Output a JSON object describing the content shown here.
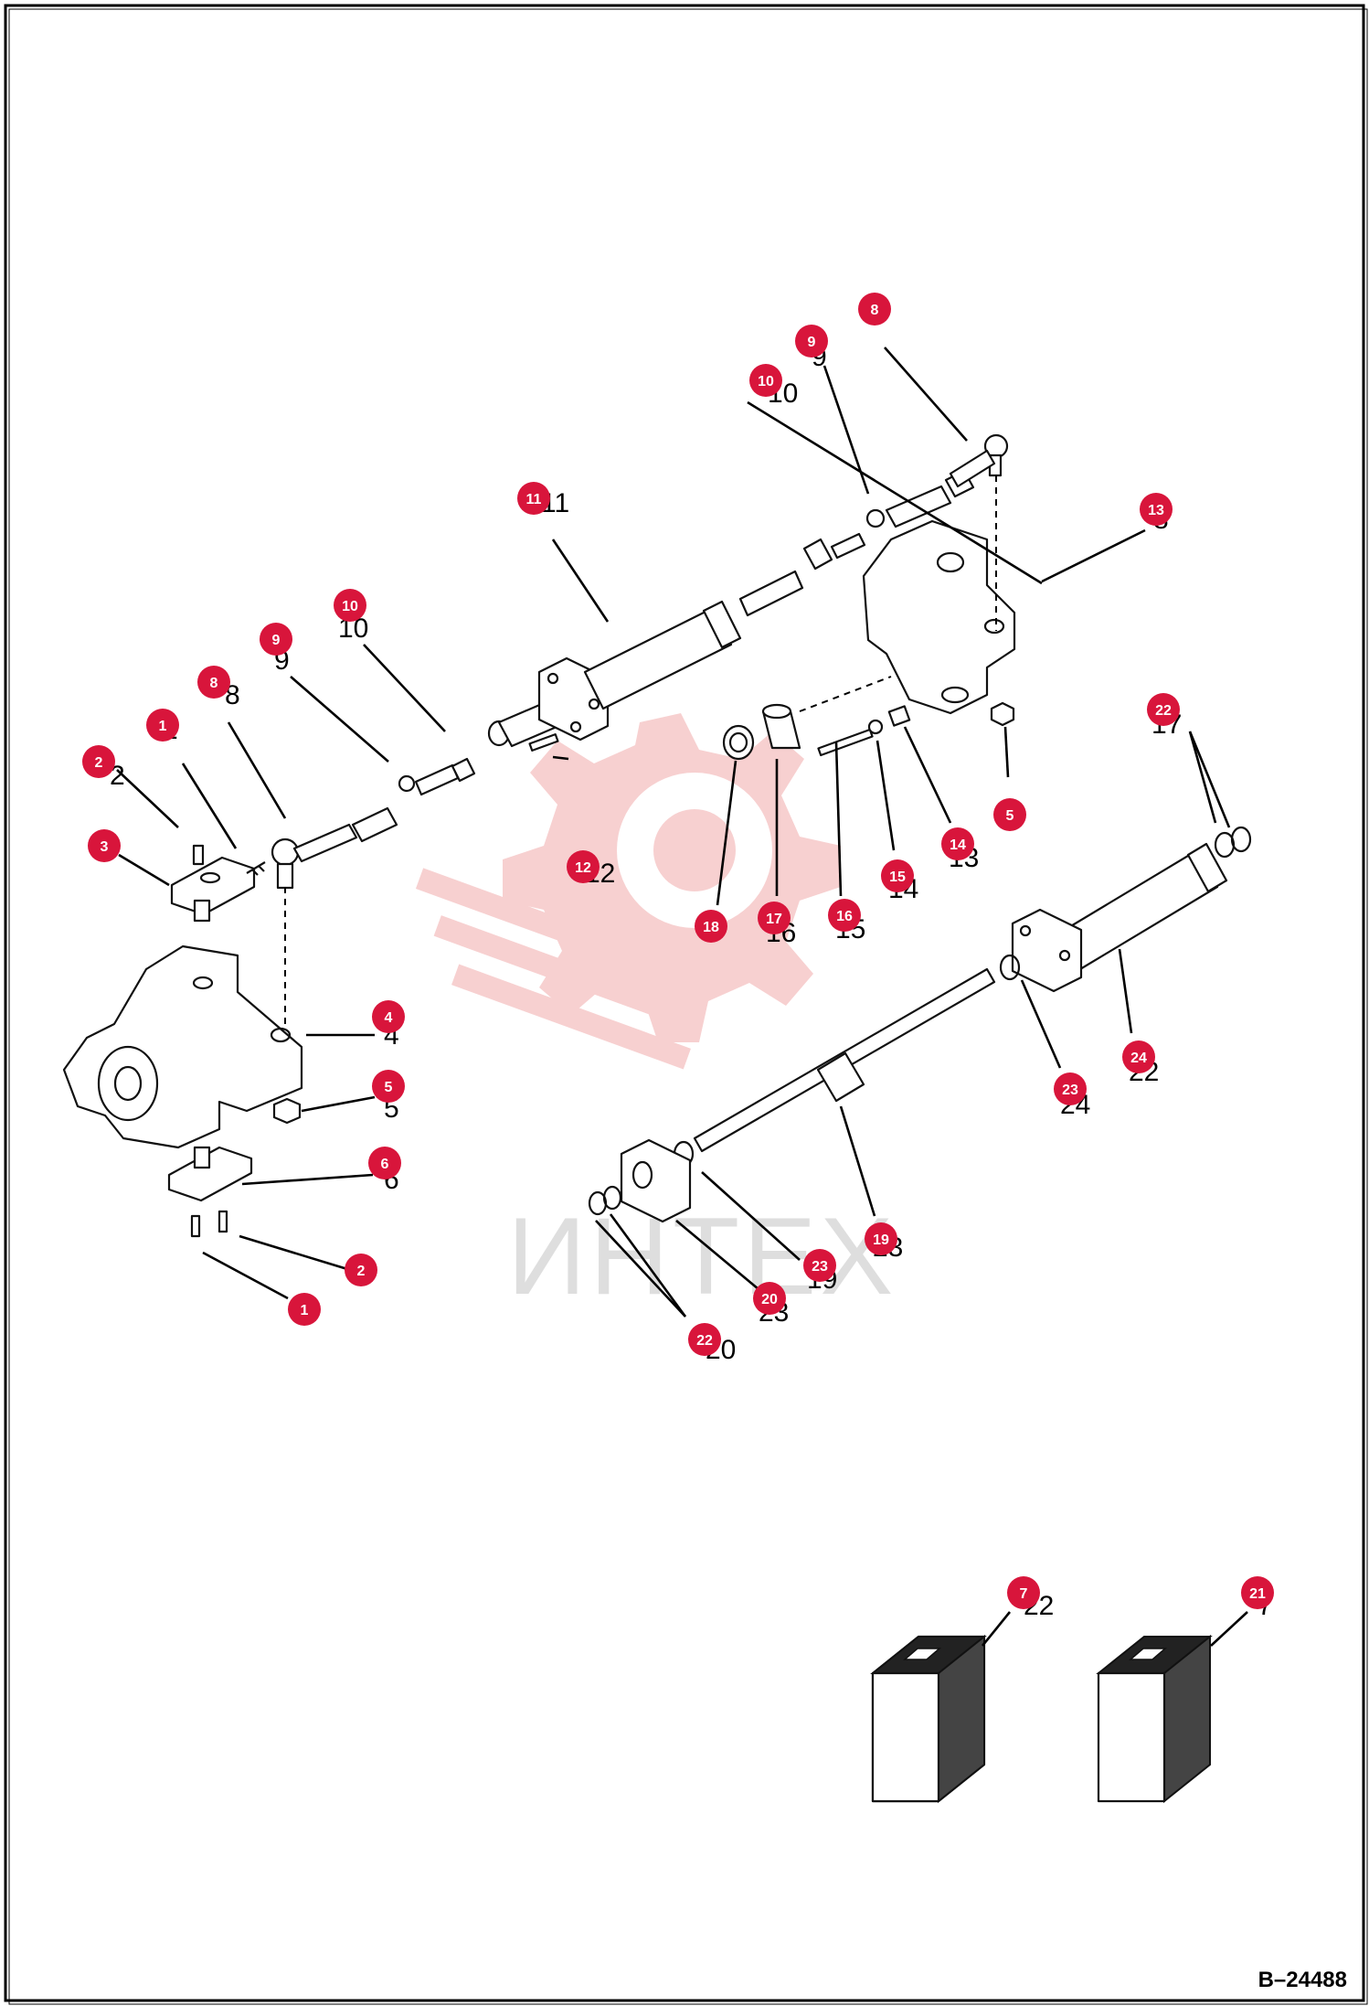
{
  "drawing": {
    "number": "B–24488",
    "watermark_text": "ИНТЕХ"
  },
  "colors": {
    "callout": "#d8153b",
    "watermark": "#f6c8c8",
    "line": "#000000",
    "border": "#000000"
  },
  "callouts": [
    {
      "n": "1"
    },
    {
      "n": "2"
    },
    {
      "n": "3"
    },
    {
      "n": "8"
    },
    {
      "n": "9"
    },
    {
      "n": "10"
    },
    {
      "n": "4"
    },
    {
      "n": "5"
    },
    {
      "n": "6"
    },
    {
      "n": "2"
    },
    {
      "n": "1"
    },
    {
      "n": "11"
    },
    {
      "n": "12"
    },
    {
      "n": "10"
    },
    {
      "n": "9"
    },
    {
      "n": "8"
    },
    {
      "n": "13"
    },
    {
      "n": "5"
    },
    {
      "n": "14"
    },
    {
      "n": "15"
    },
    {
      "n": "16"
    },
    {
      "n": "17"
    },
    {
      "n": "18"
    },
    {
      "n": "22"
    },
    {
      "n": "24"
    },
    {
      "n": "23"
    },
    {
      "n": "19"
    },
    {
      "n": "23"
    },
    {
      "n": "20"
    },
    {
      "n": "22"
    },
    {
      "n": "7"
    },
    {
      "n": "21"
    }
  ],
  "ref_labels": [
    "2",
    "1",
    "8",
    "9",
    "10",
    "4",
    "5",
    "6",
    "11",
    "12",
    "10",
    "9",
    "8",
    "13",
    "14",
    "15",
    "16",
    "17",
    "22",
    "24",
    "23",
    "19",
    "23",
    "20",
    "22",
    "7",
    "21"
  ]
}
